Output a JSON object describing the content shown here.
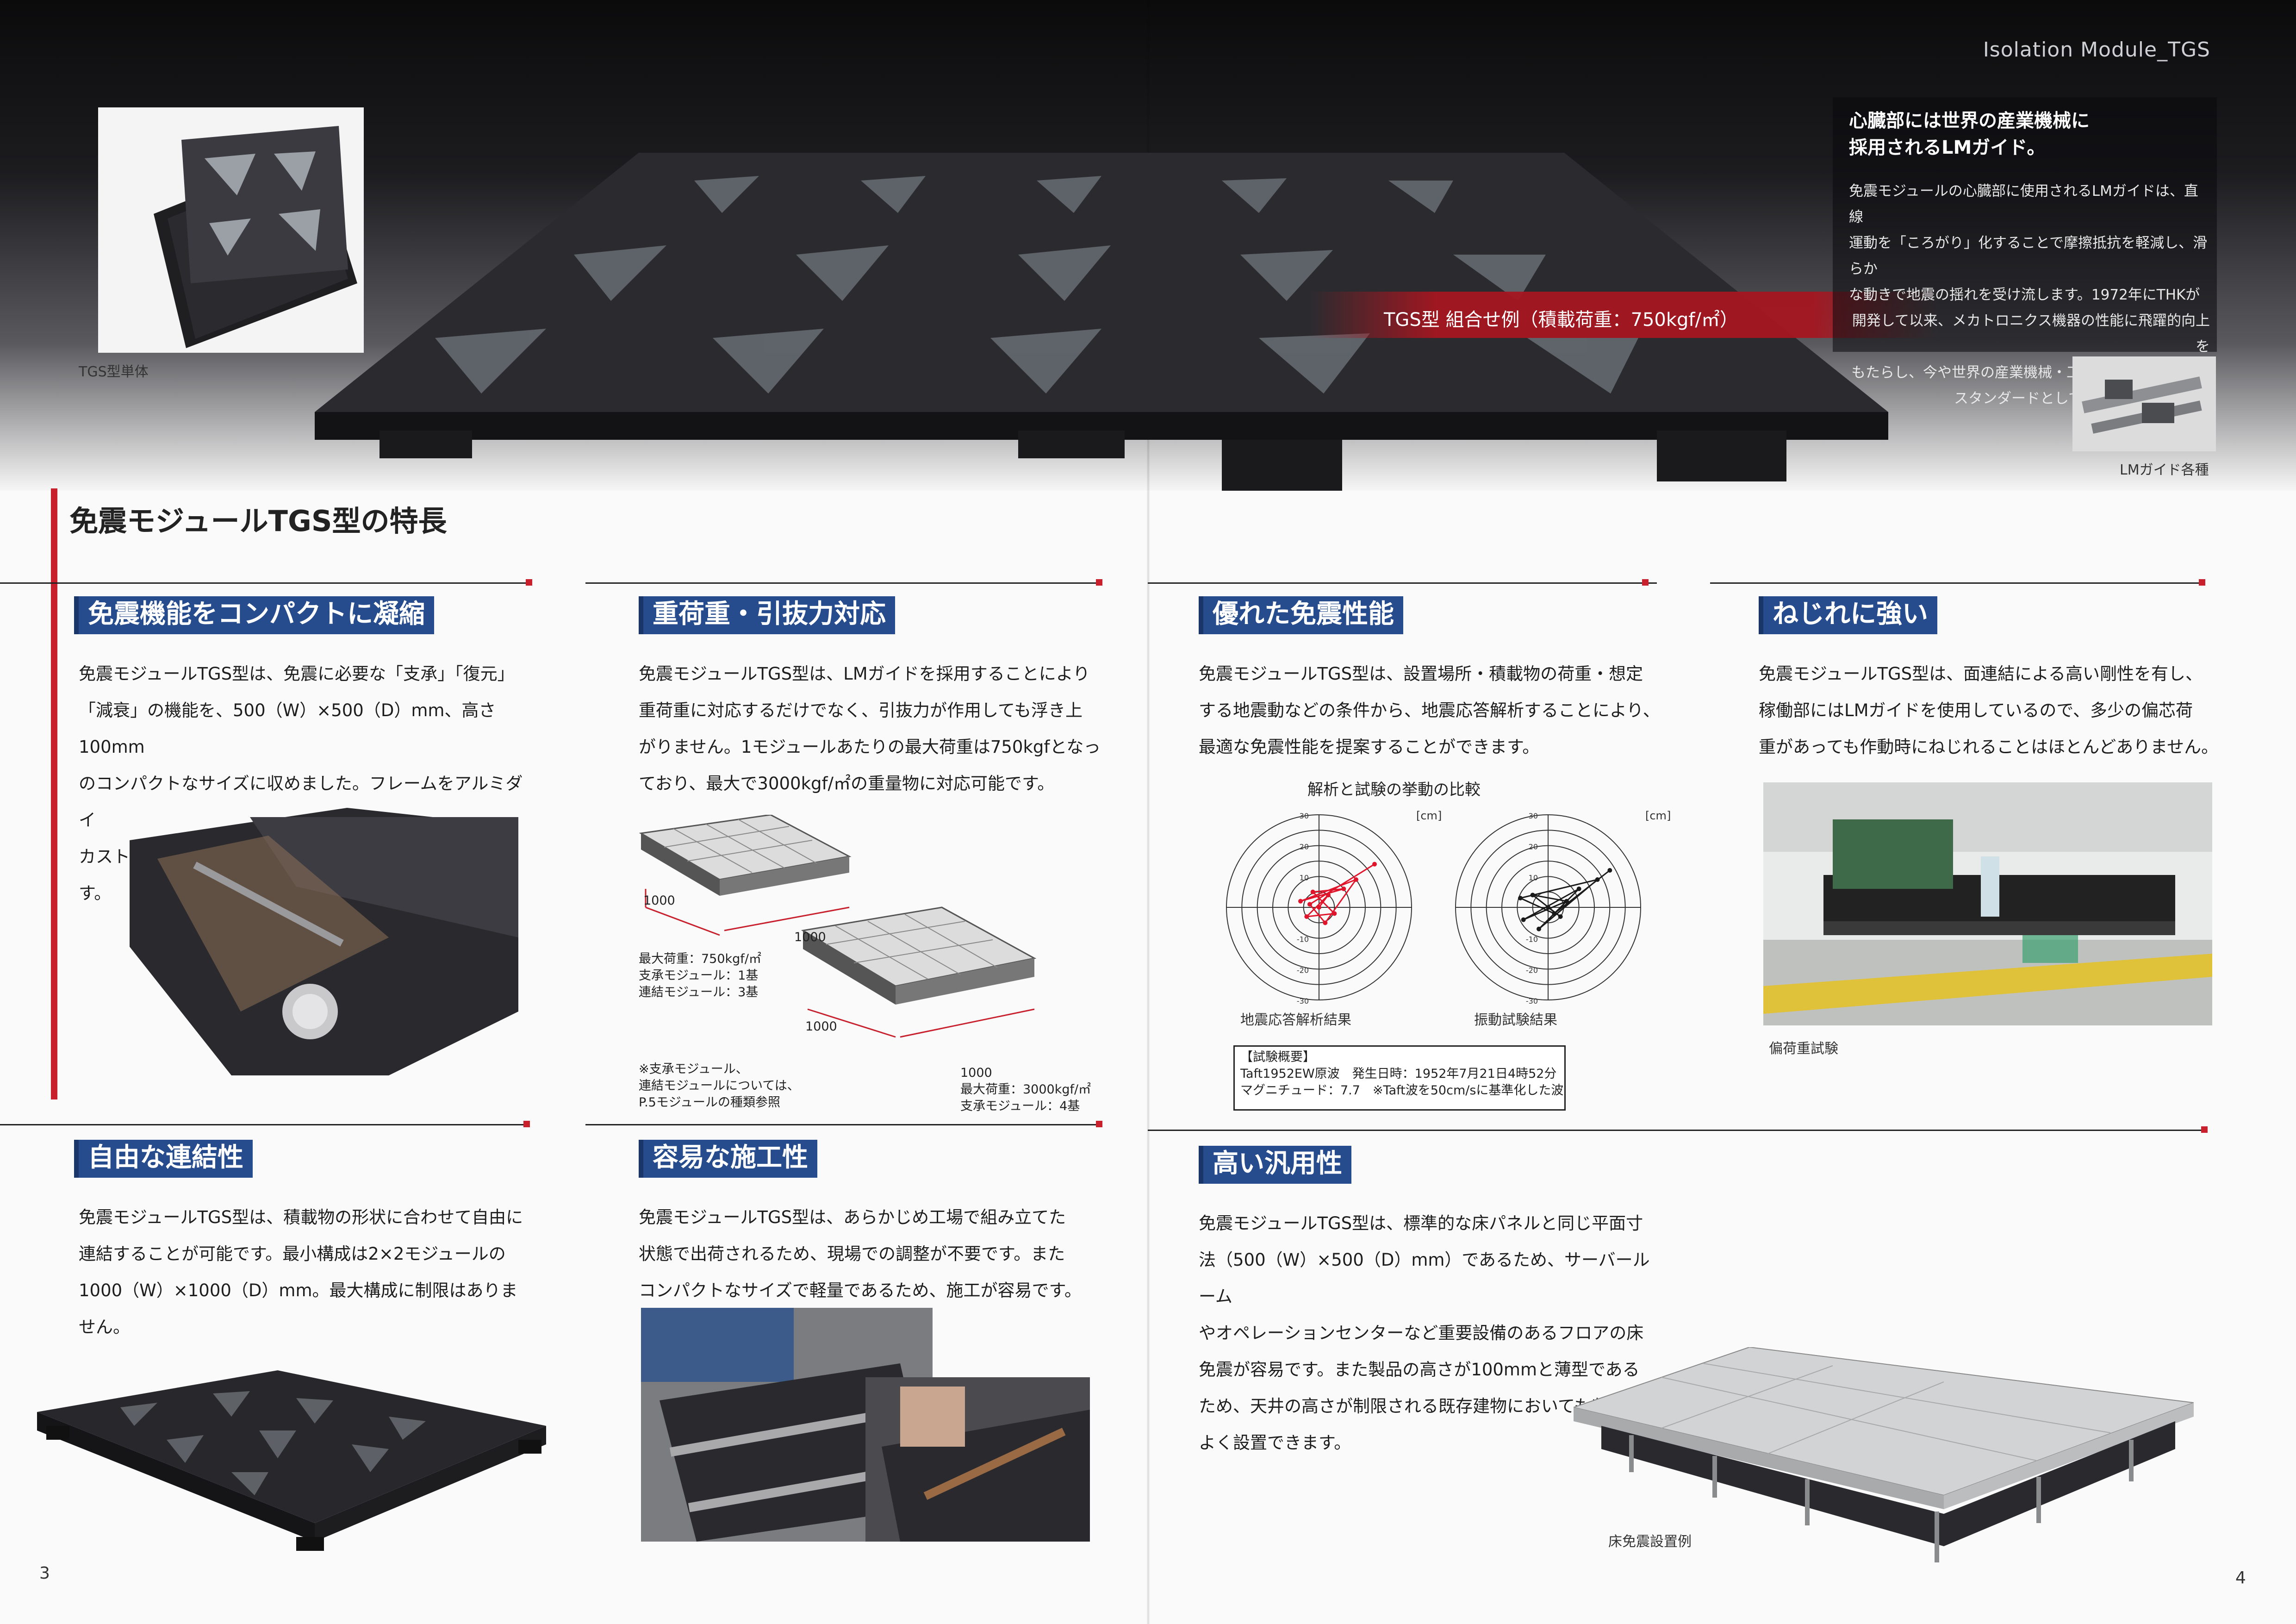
{
  "header": {
    "brand": "Isolation Module_TGS",
    "unit_caption": "TGS型単体",
    "combo_caption": "TGS型 組合せ例（積載荷重：750kgf/㎡）"
  },
  "lm_box": {
    "title_line1": "心臓部には世界の産業機械に",
    "title_line2": "採用されるLMガイド。",
    "lines": [
      "免震モジュールの心臓部に使用されるLMガイドは、直線",
      "運動を「ころがり」化することで摩擦抵抗を軽減し、滑らか",
      "な動きで地震の揺れを受け流します。1972年にTHKが",
      "開発して以来、メカトロニクス機器の性能に飛躍的向上を",
      "もたらし、今や世界の産業機械・工作機械にデファクト",
      "スタンダードとして採用されています。"
    ],
    "photo_caption": "LMガイド各種"
  },
  "main": {
    "title": "免震モジュールTGS型の特長"
  },
  "features": {
    "f1": {
      "title": "免震機能をコンパクトに凝縮",
      "lines": [
        "免震モジュールTGS型は、免震に必要な「支承」「復元」",
        "「減衰」の機能を、500（W）×500（D）mm、高さ100mm",
        "のコンパクトなサイズに収めました。フレームをアルミダイ",
        "カスト製とすることで、高精度・軽量化を実現しています。"
      ]
    },
    "f2": {
      "title": "重荷重・引抜力対応",
      "lines": [
        "免震モジュールTGS型は、LMガイドを採用することにより",
        "重荷重に対応するだけでなく、引抜力が作用しても浮き上",
        "がりません。1モジュールあたりの最大荷重は750kgfとなっ",
        "ており、最大で3000kgf/㎡の重量物に対応可能です。"
      ],
      "dim": "1000",
      "spec_a": [
        "最大荷重：750kgf/㎡",
        "支承モジュール：1基",
        "連結モジュール：3基"
      ],
      "spec_b": [
        "最大荷重：3000kgf/㎡",
        "支承モジュール：4基"
      ],
      "note": [
        "※支承モジュール、",
        "連結モジュールについては、",
        "P.5モジュールの種類参照"
      ]
    },
    "f3": {
      "title": "優れた免震性能",
      "lines": [
        "免震モジュールTGS型は、設置場所・積載物の荷重・想定",
        "する地震動などの条件から、地震応答解析することにより、",
        "最適な免震性能を提案することができます。"
      ],
      "chart_title": "解析と試験の挙動の比較",
      "left_label": "地震応答解析結果",
      "right_label": "振動試験結果",
      "test_head": "【試験概要】",
      "test_line1": "Taft1952EW原波　発生日時：1952年7月21日4時52分",
      "test_line2": "マグニチュード：7.7　※Taft波を50cm/sに基準化した波"
    },
    "f4": {
      "title": "ねじれに強い",
      "lines": [
        "免震モジュールTGS型は、面連結による高い剛性を有し、",
        "稼働部にはLMガイドを使用しているので、多少の偏芯荷",
        "重があっても作動時にねじれることはほとんどありません。"
      ],
      "photo_caption": "偏荷重試験"
    },
    "f5": {
      "title": "自由な連結性",
      "lines": [
        "免震モジュールTGS型は、積載物の形状に合わせて自由に",
        "連結することが可能です。最小構成は2×2モジュールの",
        "1000（W）×1000（D）mm。最大構成に制限はありません。"
      ]
    },
    "f6": {
      "title": "容易な施工性",
      "lines": [
        "免震モジュールTGS型は、あらかじめ工場で組み立てた",
        "状態で出荷されるため、現場での調整が不要です。また",
        "コンパクトなサイズで軽量であるため、施工が容易です。"
      ]
    },
    "f7": {
      "title": "高い汎用性",
      "lines": [
        "免震モジュールTGS型は、標準的な床パネルと同じ平面寸",
        "法（500（W）×500（D）mm）であるため、サーバールーム",
        "やオペレーションセンターなど重要設備のあるフロアの床",
        "免震が容易です。また製品の高さが100mmと薄型である",
        "ため、天井の高さが制限される既存建物においても収まり",
        "よく設置できます。"
      ],
      "photo_caption": "床免震設置例"
    }
  },
  "chart_data": [
    {
      "type": "scatter",
      "title": "解析と試験の挙動の比較",
      "xlabel": "地震応答解析結果",
      "ylabel": "",
      "unit": "[cm]",
      "xlim": [
        -30,
        30
      ],
      "ylim": [
        -30,
        30
      ],
      "ticks": [
        "30",
        "20",
        "10",
        "-10",
        "-20",
        "-30"
      ],
      "x": [
        0,
        3,
        -4,
        5,
        -2,
        8,
        -6,
        12,
        2,
        -3,
        18
      ],
      "y": [
        0,
        4,
        -3,
        -2,
        5,
        6,
        2,
        9,
        -5,
        1,
        14
      ]
    },
    {
      "type": "scatter",
      "title": "解析と試験の挙動の比較",
      "xlabel": "振動試験結果",
      "ylabel": "",
      "unit": "[cm]",
      "xlim": [
        -30,
        30
      ],
      "ylim": [
        -30,
        30
      ],
      "ticks": [
        "30",
        "20",
        "10",
        "-10",
        "-20",
        "-30"
      ],
      "x": [
        0,
        4,
        -5,
        6,
        -8,
        10,
        -3,
        16,
        -9,
        2,
        20
      ],
      "y": [
        0,
        -3,
        4,
        2,
        -4,
        6,
        -7,
        9,
        3,
        -2,
        12
      ]
    }
  ],
  "pages": {
    "left": "3",
    "right": "4"
  }
}
